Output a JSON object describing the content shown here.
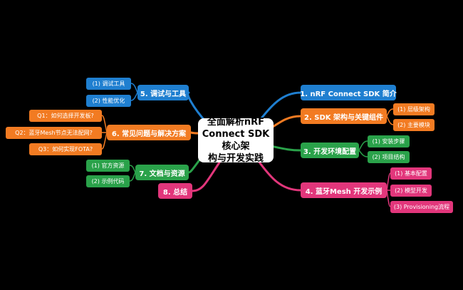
{
  "center": {
    "line1": "全面解析nRF",
    "line2": "Connect SDK核心架",
    "line3": "构与开发实践"
  },
  "branches": {
    "intro": {
      "label": "1. nRF Connect SDK 简介"
    },
    "arch": {
      "label": "2. SDK 架构与关键组件",
      "children": [
        "(1) 层级架构",
        "(2) 主要模块"
      ]
    },
    "env": {
      "label": "3. 开发环境配置",
      "children": [
        "(1) 安装步骤",
        "(2) 项目结构"
      ]
    },
    "mesh": {
      "label": "4. 蓝牙Mesh 开发示例",
      "children": [
        "(1) 基本配置",
        "(2) 模型开发",
        "(3) Provisioning流程"
      ]
    },
    "debug": {
      "label": "5. 调试与工具",
      "children": [
        "(1) 调试工具",
        "(2) 性能优化"
      ]
    },
    "faq": {
      "label": "6. 常见问题与解决方案",
      "children": [
        "Q1：如何选择开发板?",
        "Q2：蓝牙Mesh节点无法配网?",
        "Q3：如何实现FOTA?"
      ]
    },
    "docs": {
      "label": "7. 文档与资源",
      "children": [
        "(1) 官方资源",
        "(2) 示例代码"
      ]
    },
    "summary": {
      "label": "8. 总结"
    }
  },
  "colors": {
    "blue": "#1f7fd0",
    "orange": "#f27b22",
    "green": "#2aa24a",
    "pink": "#e2367b",
    "background": "#000000"
  }
}
